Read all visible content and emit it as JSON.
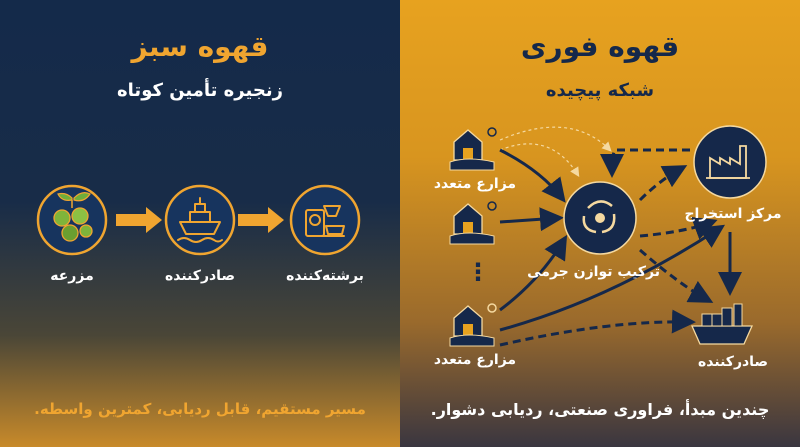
{
  "colors": {
    "accent": "#f0a530",
    "navy": "#15284a",
    "left_bg": "#142a4a",
    "right_bg": "#e7a21f"
  },
  "green_coffee": {
    "title": "قهوه سبز",
    "subtitle": "زنجیره تأمین کوتاه",
    "nodes": [
      {
        "label": "مزرعه",
        "icon": "coffee-cherry-icon"
      },
      {
        "label": "صادرکننده",
        "icon": "cargo-ship-icon"
      },
      {
        "label": "برشته‌کننده",
        "icon": "roaster-icon"
      }
    ],
    "footer": "مسیر مستقیم، قابل ردیابی، کمترین واسطه."
  },
  "instant_coffee": {
    "title": "قهوه فوری",
    "subtitle": "شبکه پیچیده",
    "farms_label_top": "مزارع متعدد",
    "farms_label_bottom": "مزارع متعدد",
    "blend_label": "ترکیب توازن جرمی",
    "extraction_label": "مرکز استخراج",
    "exporter_label": "صادرکننده",
    "ellipsis": "⋮",
    "footer": "چندین مبدأ، فراوری صنعتی، ردیابی دشوار."
  }
}
